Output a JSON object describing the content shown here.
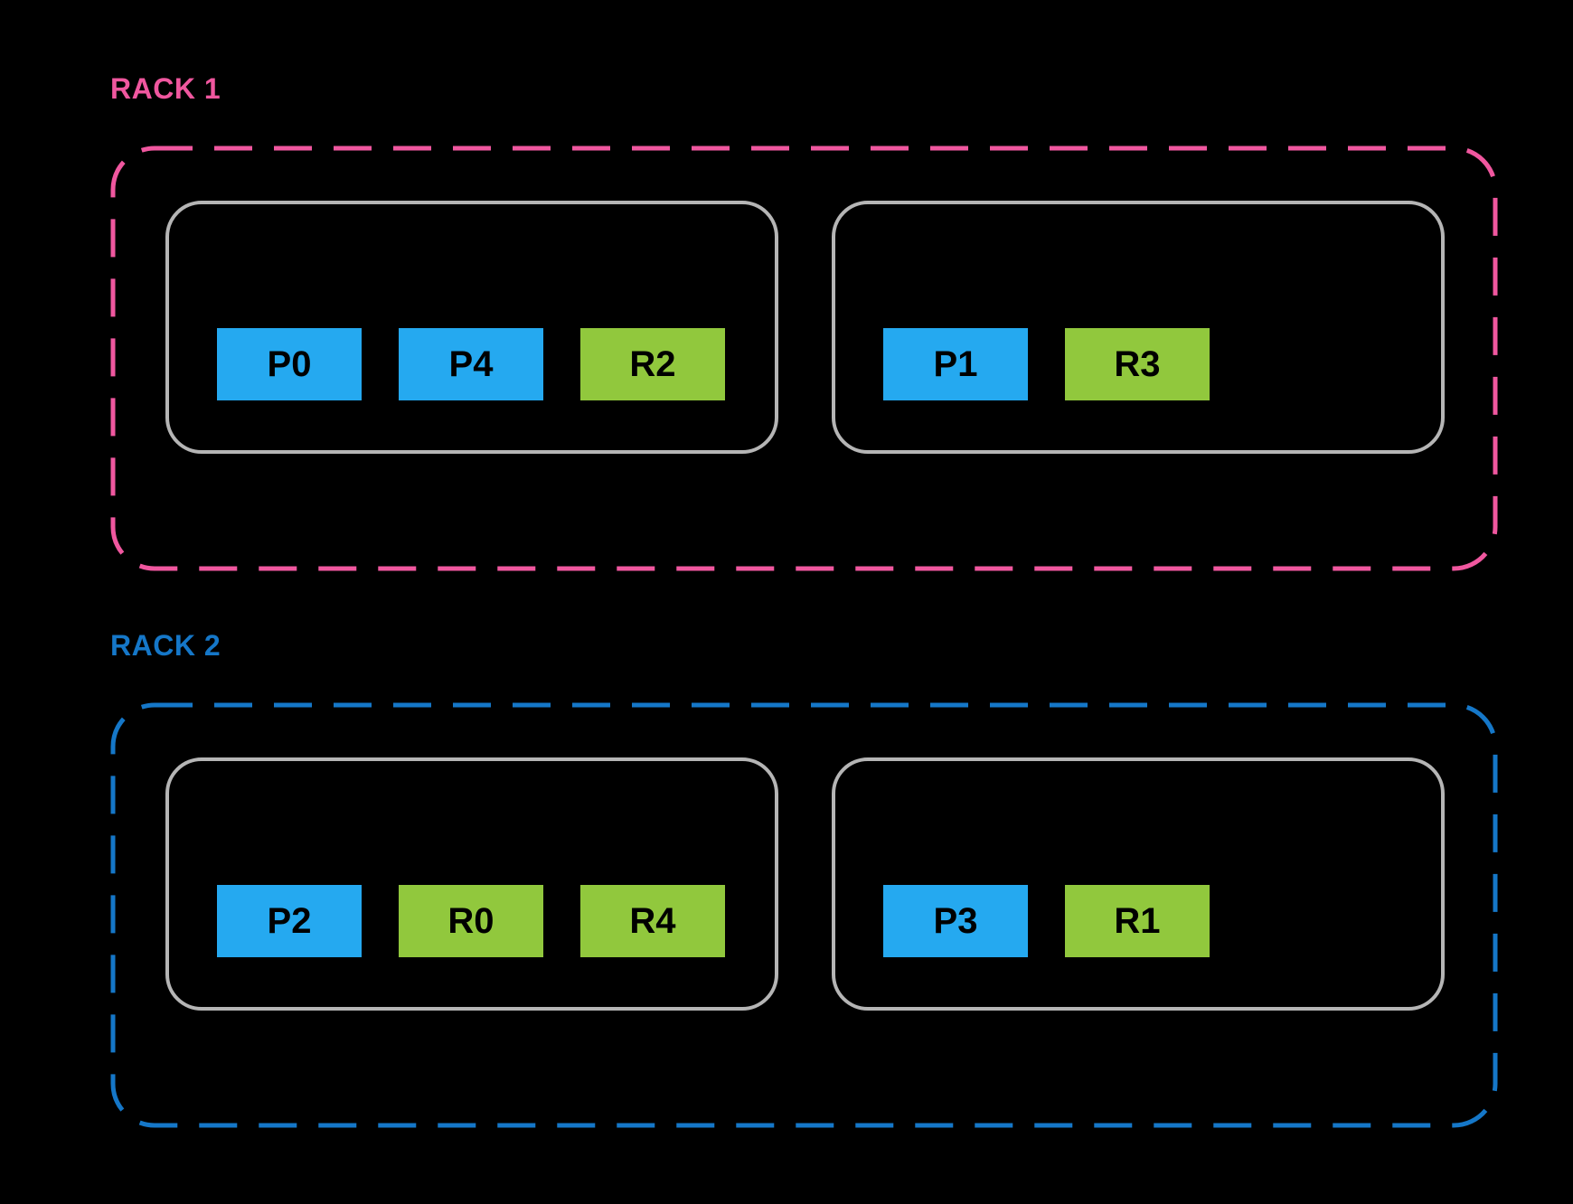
{
  "diagram": {
    "colors": {
      "background": "#000000",
      "rack1_accent": "#f0579f",
      "rack2_accent": "#1577c8",
      "host_border": "#b5b5b5",
      "primary_slot": "#25a9f0",
      "replica_slot": "#91c83d",
      "slot_text": "#000000"
    },
    "racks": [
      {
        "label": "RACK 1",
        "accent_color": "#f0579f",
        "hosts": [
          {
            "slots": [
              {
                "label": "P0",
                "role": "primary",
                "color": "#25a9f0"
              },
              {
                "label": "P4",
                "role": "primary",
                "color": "#25a9f0"
              },
              {
                "label": "R2",
                "role": "replica",
                "color": "#91c83d"
              }
            ]
          },
          {
            "slots": [
              {
                "label": "P1",
                "role": "primary",
                "color": "#25a9f0"
              },
              {
                "label": "R3",
                "role": "replica",
                "color": "#91c83d"
              }
            ]
          }
        ]
      },
      {
        "label": "RACK 2",
        "accent_color": "#1577c8",
        "hosts": [
          {
            "slots": [
              {
                "label": "P2",
                "role": "primary",
                "color": "#25a9f0"
              },
              {
                "label": "R0",
                "role": "replica",
                "color": "#91c83d"
              },
              {
                "label": "R4",
                "role": "replica",
                "color": "#91c83d"
              }
            ]
          },
          {
            "slots": [
              {
                "label": "P3",
                "role": "primary",
                "color": "#25a9f0"
              },
              {
                "label": "R1",
                "role": "replica",
                "color": "#91c83d"
              }
            ]
          }
        ]
      }
    ]
  }
}
